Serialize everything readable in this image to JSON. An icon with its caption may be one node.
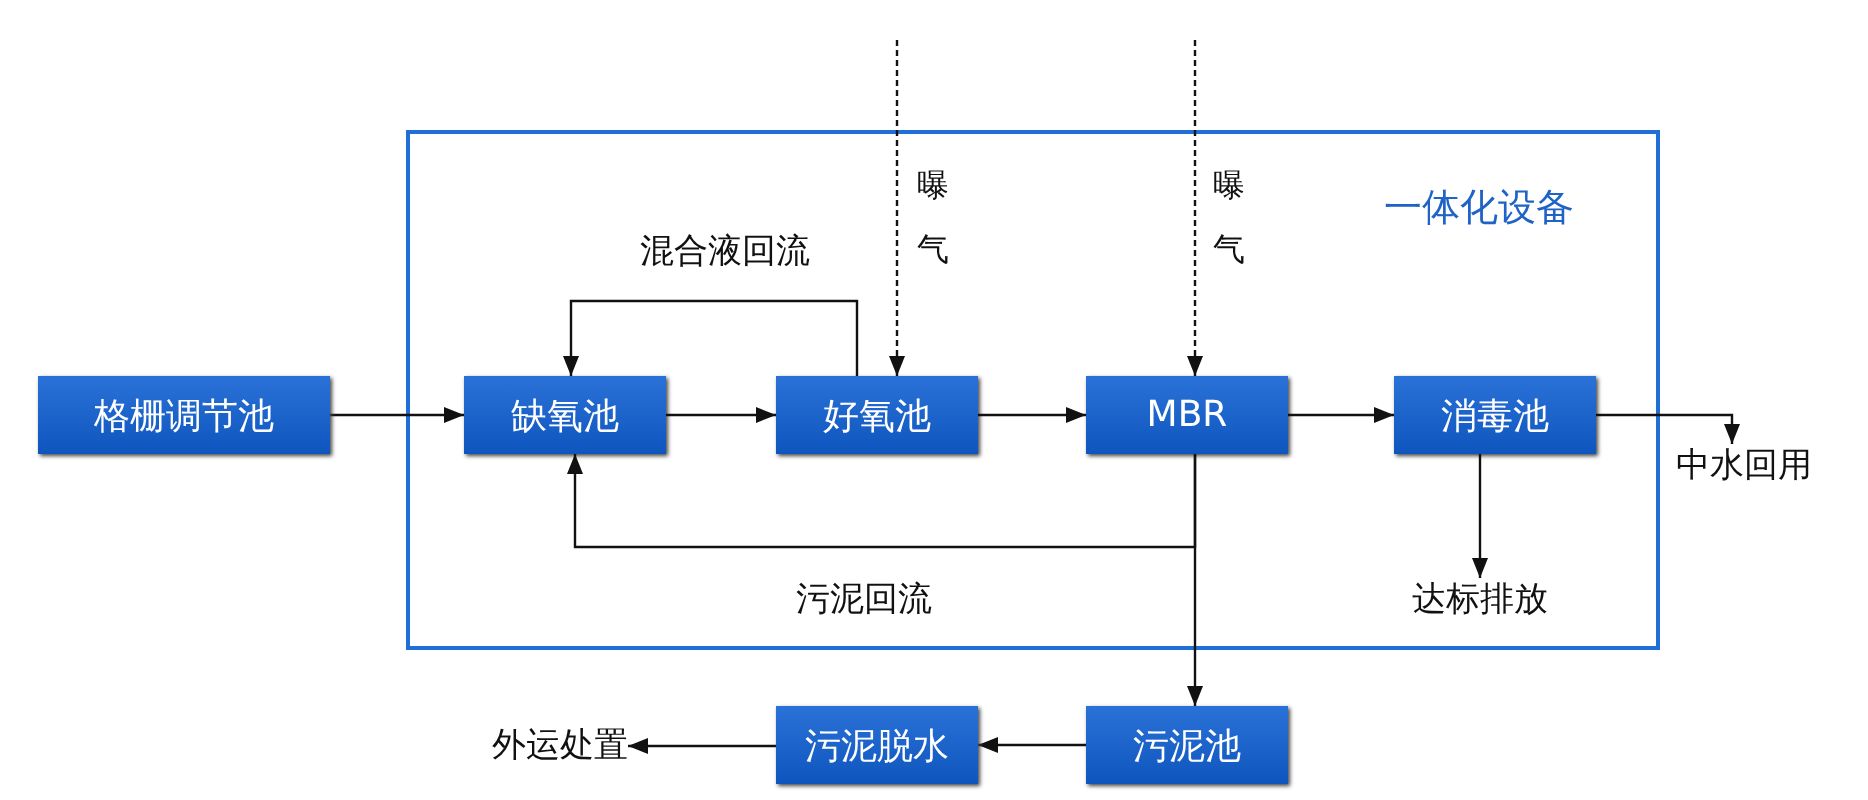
{
  "diagram": {
    "nodes": [
      {
        "text": [
          "一体化设备"
        ]
      },
      {
        "text": [
          "格栅调节池"
        ]
      },
      {
        "text": [
          "缺氧池"
        ],
        "in": 0
      },
      {
        "text": [
          "好氧池"
        ],
        "in": 0
      },
      {
        "text": [
          "MBR"
        ],
        "in": 0
      },
      {
        "text": [
          "消毒池"
        ],
        "in": 0
      },
      {
        "text": [
          "达标排放"
        ],
        "in": 0
      },
      {
        "text": [
          "中水回用"
        ]
      },
      {
        "text": [
          "污泥池"
        ]
      },
      {
        "text": [
          "污泥脱水"
        ]
      },
      {
        "text": [
          "外运处置"
        ]
      }
    ],
    "edges": [
      {
        "from": 1,
        "to": 2,
        "arrow": "to"
      },
      {
        "from": 2,
        "to": 3,
        "arrow": "to"
      },
      {
        "from": 3,
        "to": 4,
        "arrow": "to"
      },
      {
        "from": 4,
        "to": 5,
        "arrow": "to"
      },
      {
        "from": 5,
        "to": 7,
        "arrow": "to"
      },
      {
        "from": 5,
        "to": 6,
        "arrow": "to"
      },
      {
        "from": 3,
        "to": 2,
        "arrow": "to",
        "label": "混合液回流"
      },
      {
        "from": 4,
        "to": 2,
        "arrow": "to",
        "label": "污泥回流"
      },
      {
        "from": 4,
        "to": 8,
        "arrow": "to"
      },
      {
        "from": 8,
        "to": 9,
        "arrow": "to"
      },
      {
        "from": 9,
        "to": 10,
        "arrow": "to"
      },
      {
        "from": null,
        "to": 3,
        "arrow": "to",
        "style": "dashed",
        "label": "曝气"
      },
      {
        "from": null,
        "to": 4,
        "arrow": "to",
        "style": "dashed",
        "label": "曝气"
      }
    ]
  }
}
